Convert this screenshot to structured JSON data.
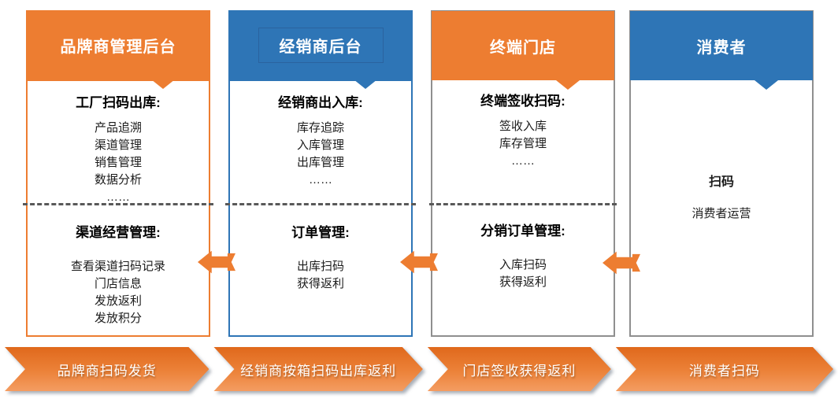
{
  "diagram": {
    "columns": [
      {
        "header": "品牌商管理后台",
        "theme": "orange",
        "sections": [
          {
            "title": "工厂扫码出库:",
            "items": [
              "产品追溯",
              "渠道管理",
              "销售管理",
              "数据分析",
              "……"
            ]
          },
          {
            "title": "渠道经营管理:",
            "items": [
              "查看渠道扫码记录",
              "门店信息",
              "发放返利",
              "发放积分"
            ]
          }
        ]
      },
      {
        "header": "经销商后台",
        "theme": "blue",
        "sections": [
          {
            "title": "经销商出入库:",
            "items": [
              "库存追踪",
              "入库管理",
              "出库管理",
              "……"
            ]
          },
          {
            "title": "订单管理:",
            "items": [
              "出库扫码",
              "获得返利"
            ]
          }
        ]
      },
      {
        "header": "终端门店",
        "theme": "orange",
        "sections": [
          {
            "title": "终端签收扫码:",
            "items": [
              "签收入库",
              "库存管理",
              "……"
            ]
          },
          {
            "title": "分销订单管理:",
            "items": [
              "入库扫码",
              "获得返利"
            ]
          }
        ]
      },
      {
        "header": "消费者",
        "theme": "blue",
        "sections": [
          {
            "title": "",
            "items": [
              "扫码",
              "消费者运营"
            ]
          }
        ]
      }
    ],
    "flow_arrows": {
      "direction": "left",
      "count": 3,
      "color": "#ED7D31"
    },
    "ribbon": {
      "segments": [
        {
          "label": "品牌商扫码发货"
        },
        {
          "label": "经销商按箱扫码出库返利"
        },
        {
          "label": "门店签收获得返利"
        },
        {
          "label": "消费者扫码"
        }
      ]
    },
    "colors": {
      "orange": "#ED7D31",
      "blue": "#2E75B6",
      "gray_border": "#8F8F8F",
      "divider_dash": "#595959"
    }
  }
}
